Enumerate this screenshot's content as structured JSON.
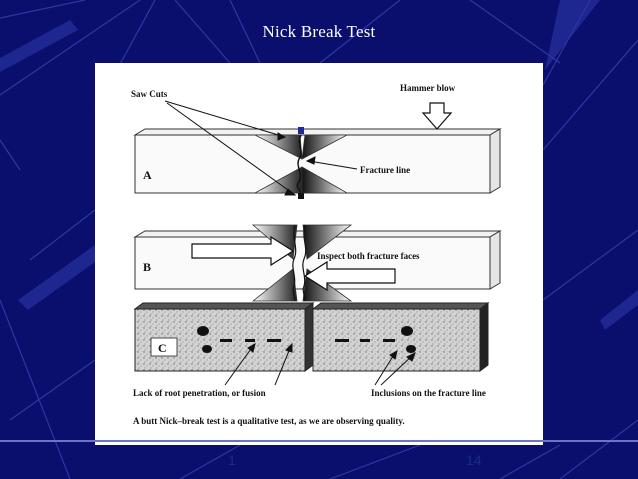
{
  "slide": {
    "title": "Nick Break Test",
    "footer_left": "1",
    "footer_right": "14"
  },
  "figure": {
    "labels": {
      "saw_cuts": "Saw Cuts",
      "hammer_blow": "Hammer blow",
      "fracture_line": "Fracture line",
      "panel_a": "A",
      "panel_b": "B",
      "panel_c": "C",
      "inspect_faces": "Inspect both fracture faces",
      "lack_of_root": "Lack of root penetration, or fusion",
      "inclusions": "Inclusions on the fracture line",
      "caption": "A butt Nick–break test is a qualitative test, as we are observing quality."
    }
  },
  "colors": {
    "background": "#0a0f6e",
    "accent_line": "#6f73c8"
  }
}
